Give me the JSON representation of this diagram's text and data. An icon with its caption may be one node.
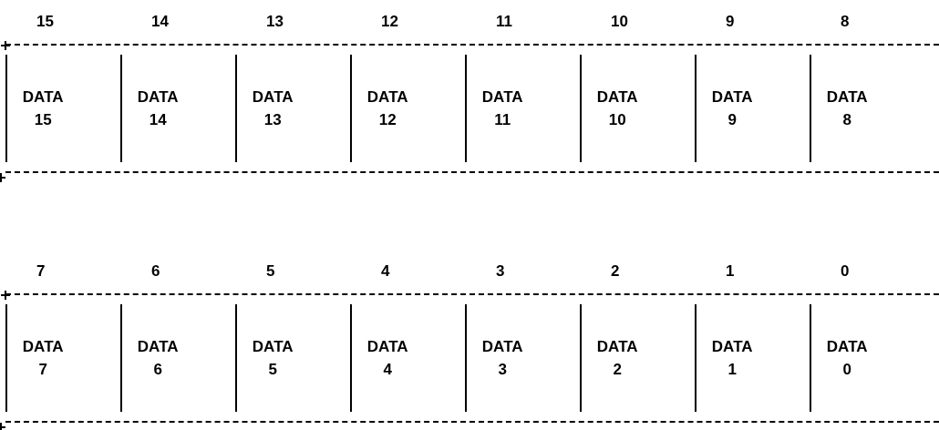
{
  "diagram": {
    "nodes": [
      {
        "text": [
          "DATA 15"
        ]
      },
      {
        "text": [
          "DATA 14"
        ]
      },
      {
        "text": [
          "DATA 13"
        ]
      },
      {
        "text": [
          "DATA 12"
        ]
      },
      {
        "text": [
          "DATA 11"
        ]
      },
      {
        "text": [
          "DATA 10"
        ]
      },
      {
        "text": [
          "DATA 9"
        ]
      },
      {
        "text": [
          "DATA 8"
        ]
      },
      {
        "text": [
          "DATA 7"
        ]
      },
      {
        "text": [
          "DATA 6"
        ]
      },
      {
        "text": [
          "DATA 5"
        ]
      },
      {
        "text": [
          "DATA 4"
        ]
      },
      {
        "text": [
          "DATA 3"
        ]
      },
      {
        "text": [
          "DATA 2"
        ]
      },
      {
        "text": [
          "DATA 1"
        ]
      },
      {
        "text": [
          "DATA 0"
        ]
      }
    ],
    "labels": [
      "15",
      "14",
      "13",
      "12",
      "11",
      "10",
      "9",
      "8",
      "7",
      "6",
      "5",
      "4",
      "3",
      "2",
      "1",
      "0"
    ]
  }
}
